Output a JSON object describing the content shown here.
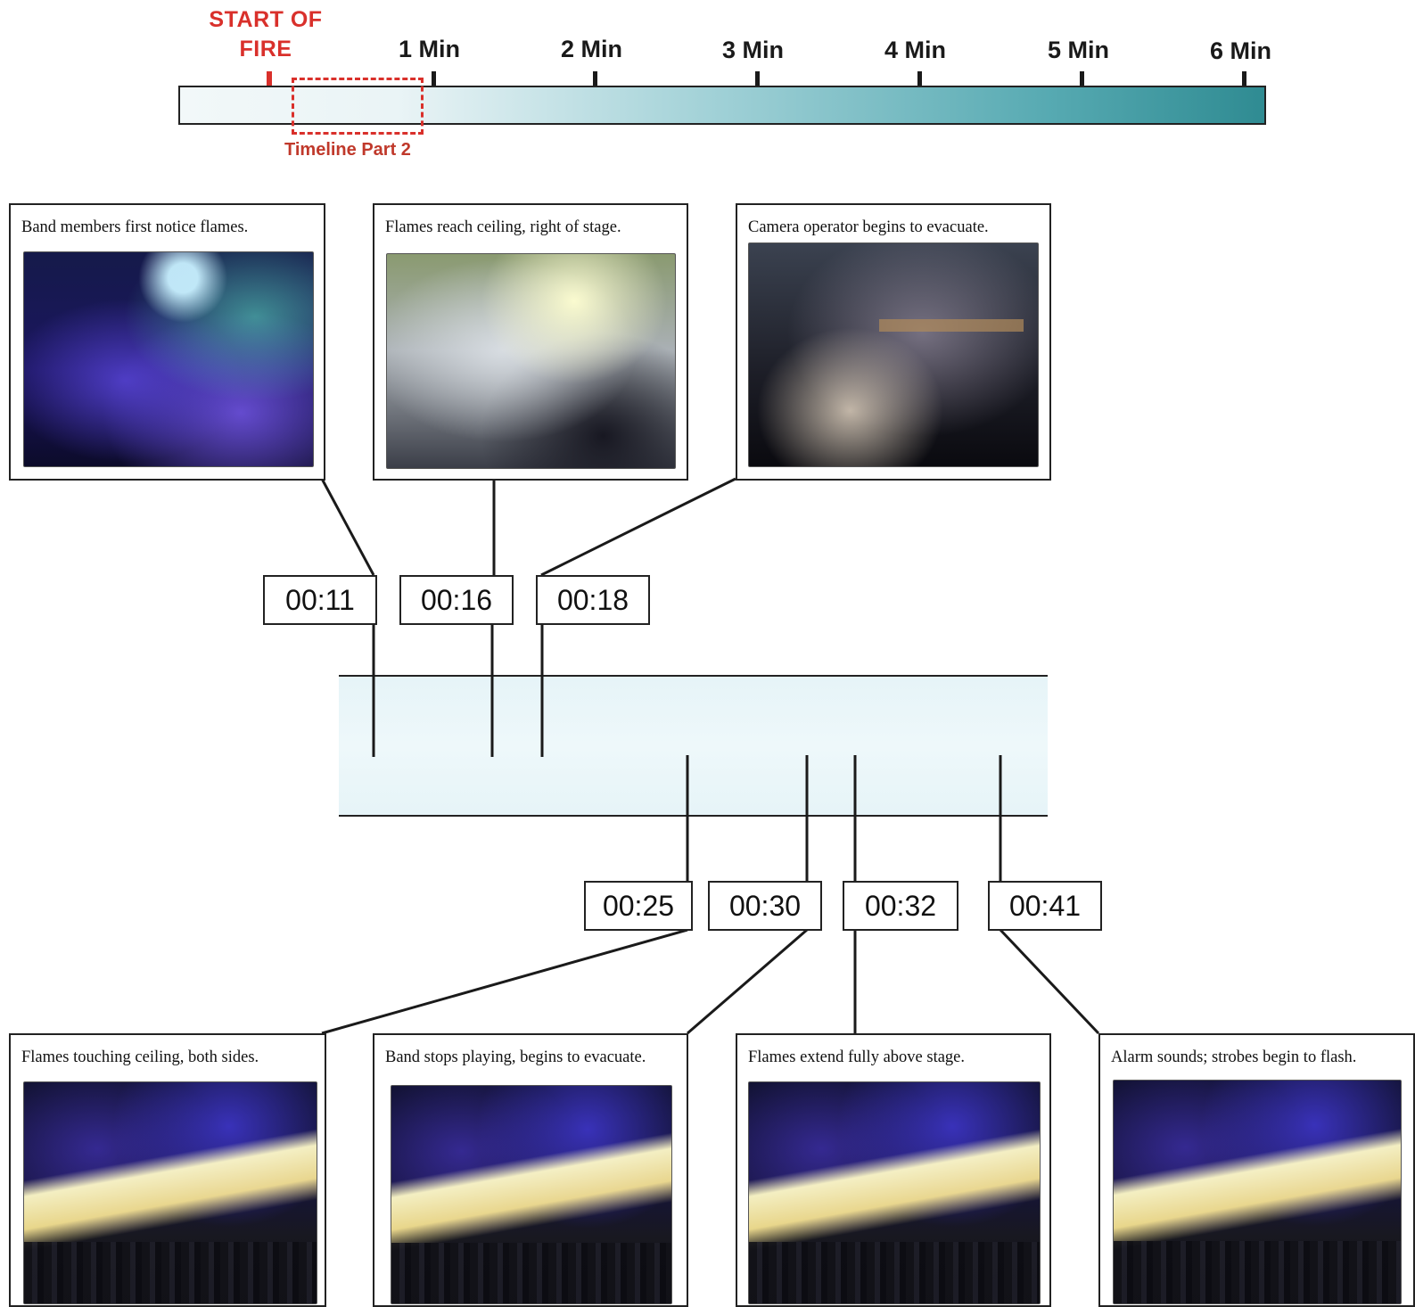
{
  "overview": {
    "start_label": "START OF FIRE",
    "part2_label": "Timeline Part 2",
    "minute_labels": [
      "1 Min",
      "2 Min",
      "3 Min",
      "4 Min",
      "5 Min",
      "6 Min"
    ],
    "colors": {
      "start": "#d9302b",
      "bar_start": "#f2f8f9",
      "bar_end": "#2f8b92"
    }
  },
  "events_top": [
    {
      "time": "00:11",
      "caption": "Band members first notice flames.",
      "photo": "blue"
    },
    {
      "time": "00:16",
      "caption": "Flames reach ceiling, right of stage.",
      "photo": "smoke"
    },
    {
      "time": "00:18",
      "caption": "Camera operator begins to evacuate.",
      "photo": "dark"
    }
  ],
  "events_bottom": [
    {
      "time": "00:25",
      "caption": "Flames touching ceiling, both sides.",
      "photo": "flame"
    },
    {
      "time": "00:30",
      "caption": "Band stops playing, begins to evacuate.",
      "photo": "flame"
    },
    {
      "time": "00:32",
      "caption": "Flames extend fully above stage.",
      "photo": "flame"
    },
    {
      "time": "00:41",
      "caption": "Alarm sounds; strobes begin to flash.",
      "photo": "flame"
    }
  ]
}
